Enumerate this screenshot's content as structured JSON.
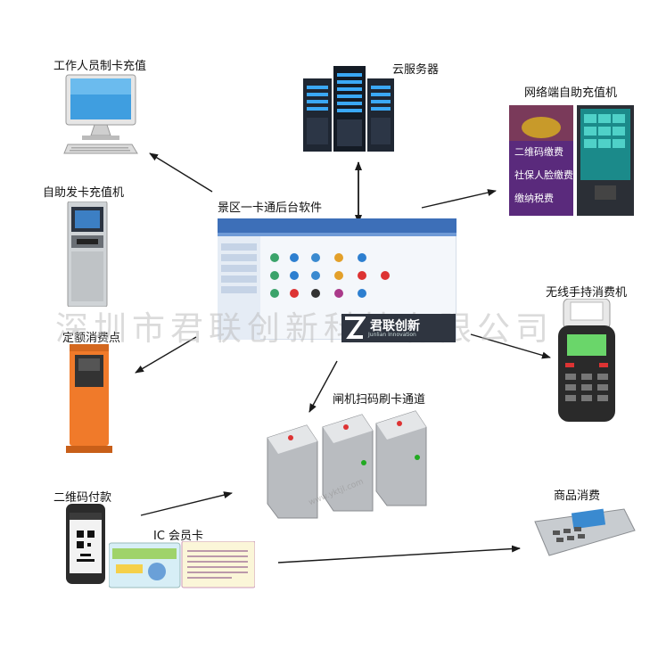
{
  "labels": {
    "staff_card": "工作人员制卡充值",
    "cloud_server": "云服务器",
    "online_kiosk": "网络端自助充值机",
    "self_card_kiosk": "自助发卡充值机",
    "backend_software": "景区一卡通后台软件",
    "wireless_pos": "无线手持消费机",
    "fixed_pos": "定额消费点",
    "gate_channel": "闸机扫码刷卡通道",
    "qr_payment": "二维码付款",
    "ic_card": "IC 会员卡",
    "merchandise": "商品消费"
  },
  "watermark": {
    "company": "深圳市君联创新科技有限公司",
    "logo_main": "君联创新",
    "logo_sub": "Junlian Innovation",
    "url": "www.yktjl.com"
  },
  "kiosk_screen_text": [
    "二维码缴费",
    "社保人脸缴费",
    "缴纳税费"
  ],
  "colors": {
    "arrow": "#1a1a1a",
    "turnstile_gate": "#b9bcc0",
    "kiosk_orange": "#f07a2a",
    "software_header": "#3d6fb8"
  },
  "connections": [
    {
      "from": "backend_software",
      "to": "staff_card"
    },
    {
      "from": "backend_software",
      "to": "cloud_server",
      "bidirectional": true
    },
    {
      "from": "backend_software",
      "to": "online_kiosk"
    },
    {
      "from": "backend_software",
      "to": "fixed_pos"
    },
    {
      "from": "backend_software",
      "to": "wireless_pos"
    },
    {
      "from": "backend_software",
      "to": "gate_channel"
    },
    {
      "from": "qr_payment",
      "to": "gate_channel"
    },
    {
      "from": "ic_card",
      "to": "merchandise"
    }
  ]
}
